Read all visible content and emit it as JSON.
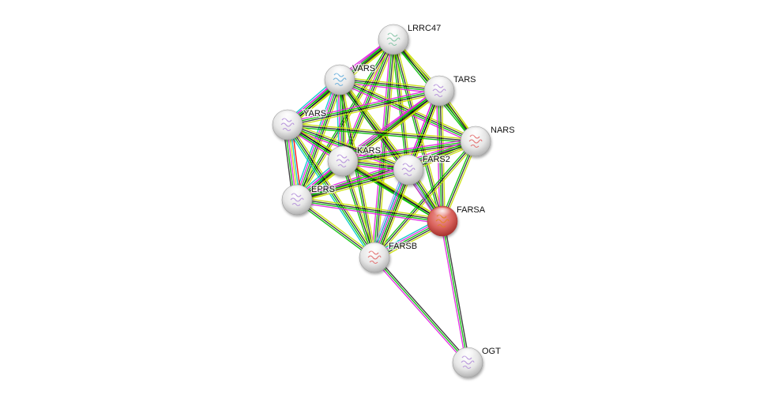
{
  "network": {
    "title": "STRING protein interaction network",
    "colors": {
      "neighborhood": "#00c000",
      "fusion": "#ff0000",
      "cooccurrence": "#0000ff",
      "coexpression": "#000000",
      "experiments": "#e020e0",
      "databases": "#00c8c8",
      "textmining": "#c8e000",
      "homology": "#9a9aff",
      "grey_node": "#dcdcdc",
      "query_node": "#d9534f"
    },
    "nodes": [
      {
        "id": "LRRC47",
        "label": "LRRC47",
        "query": false,
        "structure_color": "#7cc0a0"
      },
      {
        "id": "VARS",
        "label": "VARS",
        "query": false,
        "structure_color": "#5fa9d9"
      },
      {
        "id": "TARS",
        "label": "TARS",
        "query": false,
        "structure_color": "#b08ad8"
      },
      {
        "id": "YARS",
        "label": "YARS",
        "query": false,
        "structure_color": "#b08ad8"
      },
      {
        "id": "NARS",
        "label": "NARS",
        "query": false,
        "structure_color": "#e06060"
      },
      {
        "id": "KARS",
        "label": "KARS",
        "query": false,
        "structure_color": "#b08ad8"
      },
      {
        "id": "FARS2",
        "label": "FARS2",
        "query": false,
        "structure_color": "#b08ad8"
      },
      {
        "id": "EPRS",
        "label": "EPRS",
        "query": false,
        "structure_color": "#b08ad8"
      },
      {
        "id": "FARSA",
        "label": "FARSA",
        "query": true,
        "structure_color": "#e08020"
      },
      {
        "id": "FARSB",
        "label": "FARSB",
        "query": false,
        "structure_color": "#e06060"
      },
      {
        "id": "OGT",
        "label": "OGT",
        "query": false,
        "structure_color": "#b08ad8"
      }
    ],
    "edges": [
      {
        "a": "LRRC47",
        "b": "VARS",
        "types": [
          "textmining",
          "coexpression",
          "neighborhood",
          "experiments"
        ]
      },
      {
        "a": "LRRC47",
        "b": "TARS",
        "types": [
          "textmining",
          "coexpression",
          "neighborhood"
        ]
      },
      {
        "a": "LRRC47",
        "b": "YARS",
        "types": [
          "textmining",
          "coexpression",
          "neighborhood",
          "experiments"
        ]
      },
      {
        "a": "LRRC47",
        "b": "NARS",
        "types": [
          "textmining",
          "coexpression",
          "neighborhood"
        ]
      },
      {
        "a": "LRRC47",
        "b": "KARS",
        "types": [
          "textmining",
          "coexpression",
          "neighborhood",
          "experiments"
        ]
      },
      {
        "a": "LRRC47",
        "b": "FARS2",
        "types": [
          "textmining",
          "coexpression",
          "neighborhood"
        ]
      },
      {
        "a": "LRRC47",
        "b": "EPRS",
        "types": [
          "textmining",
          "coexpression",
          "neighborhood"
        ]
      },
      {
        "a": "LRRC47",
        "b": "FARSA",
        "types": [
          "textmining",
          "coexpression",
          "neighborhood"
        ]
      },
      {
        "a": "LRRC47",
        "b": "FARSB",
        "types": [
          "textmining",
          "coexpression",
          "neighborhood",
          "experiments"
        ]
      },
      {
        "a": "VARS",
        "b": "TARS",
        "types": [
          "textmining",
          "coexpression",
          "neighborhood",
          "experiments"
        ]
      },
      {
        "a": "VARS",
        "b": "YARS",
        "types": [
          "textmining",
          "coexpression",
          "neighborhood",
          "experiments",
          "databases"
        ]
      },
      {
        "a": "VARS",
        "b": "NARS",
        "types": [
          "textmining",
          "coexpression",
          "neighborhood",
          "experiments"
        ]
      },
      {
        "a": "VARS",
        "b": "KARS",
        "types": [
          "textmining",
          "coexpression",
          "neighborhood",
          "experiments",
          "databases"
        ]
      },
      {
        "a": "VARS",
        "b": "FARS2",
        "types": [
          "textmining",
          "coexpression",
          "neighborhood",
          "experiments"
        ]
      },
      {
        "a": "VARS",
        "b": "EPRS",
        "types": [
          "textmining",
          "coexpression",
          "neighborhood",
          "experiments",
          "databases"
        ]
      },
      {
        "a": "VARS",
        "b": "FARSA",
        "types": [
          "textmining",
          "coexpression",
          "neighborhood"
        ]
      },
      {
        "a": "VARS",
        "b": "FARSB",
        "types": [
          "textmining",
          "coexpression",
          "neighborhood"
        ]
      },
      {
        "a": "TARS",
        "b": "YARS",
        "types": [
          "textmining",
          "coexpression",
          "neighborhood",
          "experiments"
        ]
      },
      {
        "a": "TARS",
        "b": "NARS",
        "types": [
          "textmining",
          "coexpression",
          "neighborhood"
        ]
      },
      {
        "a": "TARS",
        "b": "KARS",
        "types": [
          "textmining",
          "coexpression",
          "neighborhood",
          "experiments"
        ]
      },
      {
        "a": "TARS",
        "b": "FARS2",
        "types": [
          "textmining",
          "coexpression",
          "neighborhood",
          "experiments"
        ]
      },
      {
        "a": "TARS",
        "b": "EPRS",
        "types": [
          "textmining",
          "coexpression",
          "neighborhood",
          "experiments"
        ]
      },
      {
        "a": "TARS",
        "b": "FARSA",
        "types": [
          "textmining",
          "coexpression",
          "neighborhood",
          "experiments"
        ]
      },
      {
        "a": "TARS",
        "b": "FARSB",
        "types": [
          "textmining",
          "coexpression",
          "neighborhood",
          "experiments"
        ]
      },
      {
        "a": "YARS",
        "b": "NARS",
        "types": [
          "textmining",
          "coexpression",
          "neighborhood"
        ]
      },
      {
        "a": "YARS",
        "b": "KARS",
        "types": [
          "textmining",
          "coexpression",
          "neighborhood",
          "experiments"
        ]
      },
      {
        "a": "YARS",
        "b": "FARS2",
        "types": [
          "textmining",
          "coexpression",
          "neighborhood",
          "experiments"
        ]
      },
      {
        "a": "YARS",
        "b": "EPRS",
        "types": [
          "fusion",
          "databases",
          "textmining",
          "experiments",
          "neighborhood",
          "coexpression"
        ]
      },
      {
        "a": "YARS",
        "b": "FARSA",
        "types": [
          "textmining",
          "coexpression",
          "neighborhood"
        ]
      },
      {
        "a": "YARS",
        "b": "FARSB",
        "types": [
          "textmining",
          "coexpression",
          "neighborhood",
          "databases"
        ]
      },
      {
        "a": "NARS",
        "b": "KARS",
        "types": [
          "textmining",
          "coexpression",
          "neighborhood",
          "experiments"
        ]
      },
      {
        "a": "NARS",
        "b": "FARS2",
        "types": [
          "textmining",
          "coexpression",
          "neighborhood",
          "experiments"
        ]
      },
      {
        "a": "NARS",
        "b": "EPRS",
        "types": [
          "textmining",
          "coexpression",
          "neighborhood",
          "experiments"
        ]
      },
      {
        "a": "NARS",
        "b": "FARSA",
        "types": [
          "textmining",
          "coexpression",
          "neighborhood"
        ]
      },
      {
        "a": "NARS",
        "b": "FARSB",
        "types": [
          "textmining",
          "coexpression",
          "neighborhood"
        ]
      },
      {
        "a": "KARS",
        "b": "FARS2",
        "types": [
          "textmining",
          "coexpression",
          "neighborhood",
          "experiments"
        ]
      },
      {
        "a": "KARS",
        "b": "EPRS",
        "types": [
          "textmining",
          "coexpression",
          "neighborhood",
          "experiments",
          "databases"
        ]
      },
      {
        "a": "KARS",
        "b": "FARSA",
        "types": [
          "textmining",
          "coexpression",
          "neighborhood"
        ]
      },
      {
        "a": "KARS",
        "b": "FARSB",
        "types": [
          "textmining",
          "coexpression",
          "neighborhood"
        ]
      },
      {
        "a": "FARS2",
        "b": "EPRS",
        "types": [
          "textmining",
          "coexpression",
          "neighborhood",
          "experiments"
        ]
      },
      {
        "a": "FARS2",
        "b": "FARSA",
        "types": [
          "textmining",
          "coexpression",
          "neighborhood",
          "homology",
          "experiments"
        ]
      },
      {
        "a": "FARS2",
        "b": "FARSB",
        "types": [
          "textmining",
          "coexpression",
          "neighborhood",
          "experiments",
          "databases",
          "homology"
        ]
      },
      {
        "a": "EPRS",
        "b": "FARSA",
        "types": [
          "textmining",
          "coexpression",
          "neighborhood",
          "experiments"
        ]
      },
      {
        "a": "EPRS",
        "b": "FARSB",
        "types": [
          "textmining",
          "coexpression",
          "neighborhood"
        ]
      },
      {
        "a": "FARSA",
        "b": "FARSB",
        "types": [
          "textmining",
          "coexpression",
          "neighborhood",
          "experiments",
          "databases"
        ]
      },
      {
        "a": "FARSA",
        "b": "OGT",
        "types": [
          "coexpression",
          "neighborhood",
          "experiments"
        ]
      },
      {
        "a": "FARSB",
        "b": "OGT",
        "types": [
          "coexpression",
          "neighborhood",
          "experiments"
        ]
      }
    ]
  }
}
